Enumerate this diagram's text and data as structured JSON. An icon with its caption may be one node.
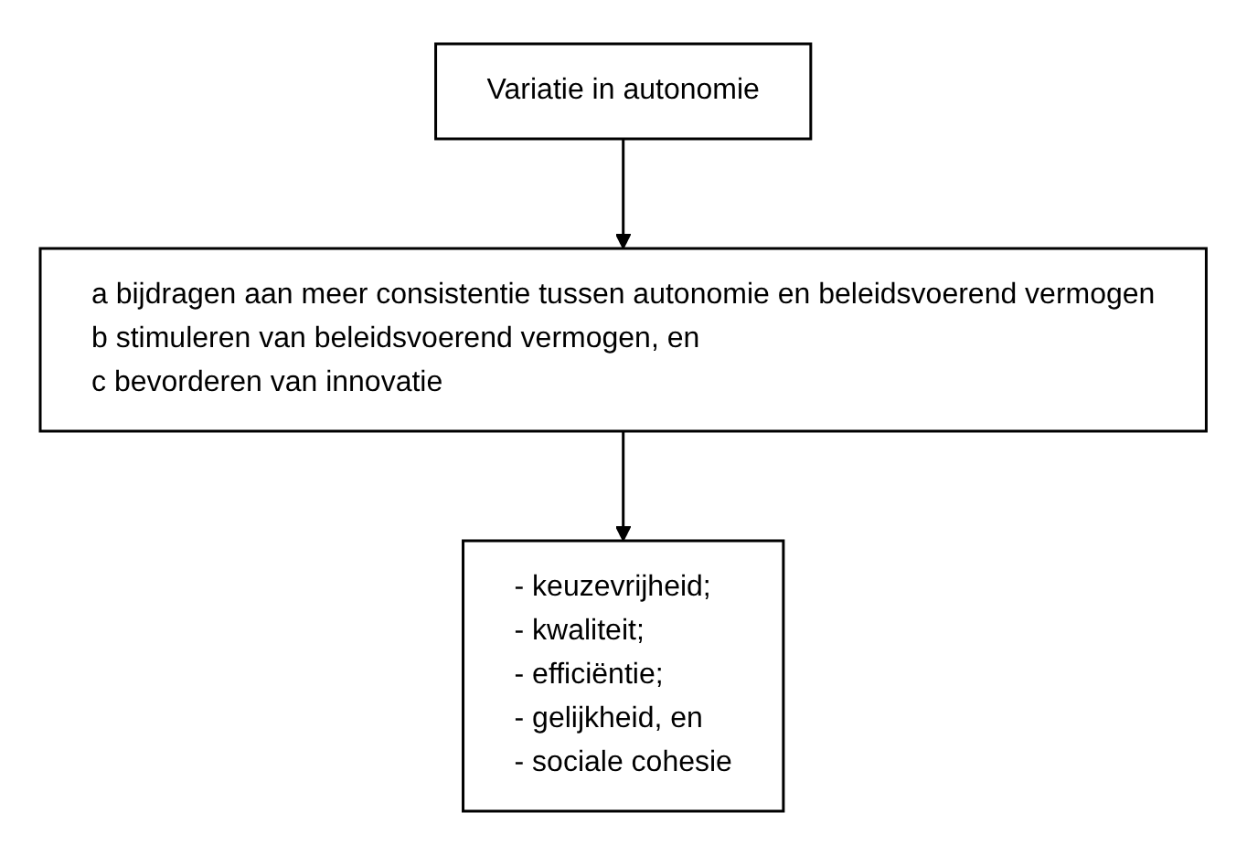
{
  "diagram": {
    "nodes": [
      {
        "text": [
          "Variatie in autonomie"
        ]
      },
      {
        "text": [
          "a  bijdragen aan meer consistentie tussen autonomie en beleidsvoerend vermogen",
          "b  stimuleren van beleidsvoerend vermogen, en",
          "c  bevorderen van innovatie"
        ]
      },
      {
        "text": [
          "- keuzevrijheid;",
          "- kwaliteit;",
          "- efficiëntie;",
          "- gelijkheid, en",
          "- sociale cohesie"
        ]
      }
    ],
    "edges": [
      {
        "from": 0,
        "to": 1,
        "arrow": "to"
      },
      {
        "from": 1,
        "to": 2,
        "arrow": "to"
      }
    ]
  }
}
